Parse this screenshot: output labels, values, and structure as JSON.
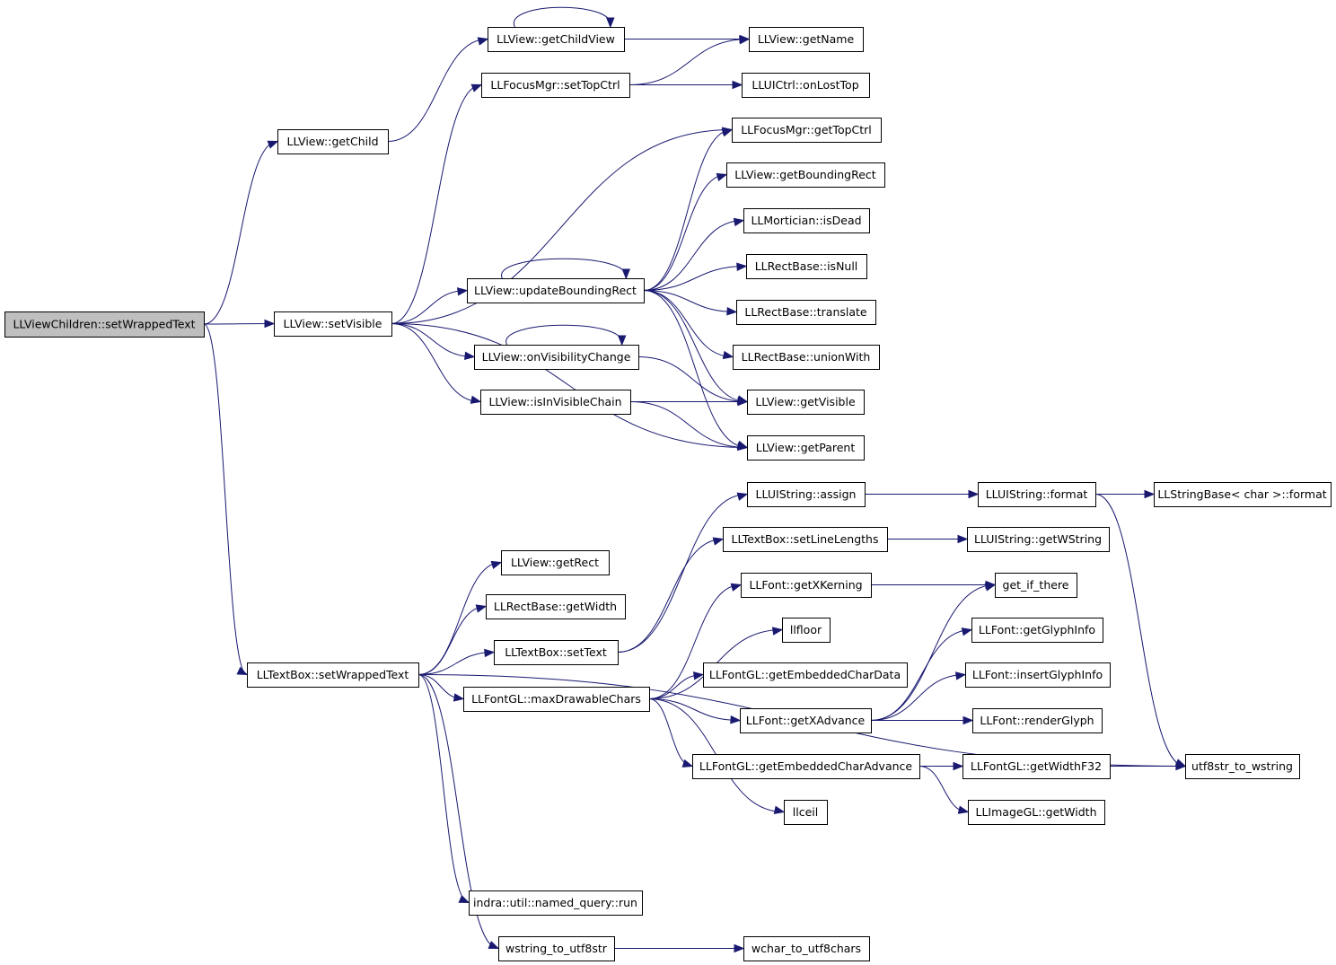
{
  "diagram": {
    "type": "call-graph",
    "nodes": [
      {
        "id": "root",
        "label": "LLViewChildren::setWrappedText",
        "root": true
      },
      {
        "id": "getChild",
        "label": "LLView::getChild"
      },
      {
        "id": "getChildView",
        "label": "LLView::getChildView"
      },
      {
        "id": "getName",
        "label": "LLView::getName"
      },
      {
        "id": "setTopCtrl",
        "label": "LLFocusMgr::setTopCtrl"
      },
      {
        "id": "onLostTop",
        "label": "LLUICtrl::onLostTop"
      },
      {
        "id": "getTopCtrl",
        "label": "LLFocusMgr::getTopCtrl"
      },
      {
        "id": "getBoundingRect",
        "label": "LLView::getBoundingRect"
      },
      {
        "id": "isDead",
        "label": "LLMortician::isDead"
      },
      {
        "id": "isNull",
        "label": "LLRectBase::isNull"
      },
      {
        "id": "updateBoundingRect",
        "label": "LLView::updateBoundingRect"
      },
      {
        "id": "translate",
        "label": "LLRectBase::translate"
      },
      {
        "id": "setVisible",
        "label": "LLView::setVisible"
      },
      {
        "id": "onVisibilityChange",
        "label": "LLView::onVisibilityChange"
      },
      {
        "id": "unionWith",
        "label": "LLRectBase::unionWith"
      },
      {
        "id": "isInVisibleChain",
        "label": "LLView::isInVisibleChain"
      },
      {
        "id": "getVisible",
        "label": "LLView::getVisible"
      },
      {
        "id": "getParent",
        "label": "LLView::getParent"
      },
      {
        "id": "assign",
        "label": "LLUIString::assign"
      },
      {
        "id": "uiformat",
        "label": "LLUIString::format"
      },
      {
        "id": "sbformat",
        "label": "LLStringBase< char >::format"
      },
      {
        "id": "setLineLengths",
        "label": "LLTextBox::setLineLengths"
      },
      {
        "id": "getWString",
        "label": "LLUIString::getWString"
      },
      {
        "id": "getRect",
        "label": "LLView::getRect"
      },
      {
        "id": "getXKerning",
        "label": "LLFont::getXKerning"
      },
      {
        "id": "get_if_there",
        "label": "get_if_there"
      },
      {
        "id": "rbGetWidth",
        "label": "LLRectBase::getWidth"
      },
      {
        "id": "llfloor",
        "label": "llfloor"
      },
      {
        "id": "getGlyphInfo",
        "label": "LLFont::getGlyphInfo"
      },
      {
        "id": "setText",
        "label": "LLTextBox::setText"
      },
      {
        "id": "getEmbeddedCharData",
        "label": "LLFontGL::getEmbeddedCharData"
      },
      {
        "id": "insertGlyphInfo",
        "label": "LLFont::insertGlyphInfo"
      },
      {
        "id": "tbSetWrappedText",
        "label": "LLTextBox::setWrappedText"
      },
      {
        "id": "maxDrawableChars",
        "label": "LLFontGL::maxDrawableChars"
      },
      {
        "id": "getXAdvance",
        "label": "LLFont::getXAdvance"
      },
      {
        "id": "renderGlyph",
        "label": "LLFont::renderGlyph"
      },
      {
        "id": "getEmbeddedCharAdvance",
        "label": "LLFontGL::getEmbeddedCharAdvance"
      },
      {
        "id": "getWidthF32",
        "label": "LLFontGL::getWidthF32"
      },
      {
        "id": "utf8str_to_wstring",
        "label": "utf8str_to_wstring"
      },
      {
        "id": "llceil",
        "label": "llceil"
      },
      {
        "id": "igGetWidth",
        "label": "LLImageGL::getWidth"
      },
      {
        "id": "named_query_run",
        "label": "indra::util::named_query::run"
      },
      {
        "id": "wstring_to_utf8str",
        "label": "wstring_to_utf8str"
      },
      {
        "id": "wchar_to_utf8chars",
        "label": "wchar_to_utf8chars"
      }
    ],
    "edges": [
      [
        "root",
        "getChild"
      ],
      [
        "root",
        "setVisible"
      ],
      [
        "root",
        "tbSetWrappedText"
      ],
      [
        "getChild",
        "getChildView"
      ],
      [
        "getChildView",
        "getChildView"
      ],
      [
        "getChildView",
        "getName"
      ],
      [
        "setTopCtrl",
        "getName"
      ],
      [
        "setTopCtrl",
        "onLostTop"
      ],
      [
        "setVisible",
        "setTopCtrl"
      ],
      [
        "setVisible",
        "getTopCtrl"
      ],
      [
        "setVisible",
        "updateBoundingRect"
      ],
      [
        "setVisible",
        "onVisibilityChange"
      ],
      [
        "setVisible",
        "isInVisibleChain"
      ],
      [
        "setVisible",
        "getParent"
      ],
      [
        "updateBoundingRect",
        "updateBoundingRect"
      ],
      [
        "updateBoundingRect",
        "getTopCtrl"
      ],
      [
        "updateBoundingRect",
        "getBoundingRect"
      ],
      [
        "updateBoundingRect",
        "isDead"
      ],
      [
        "updateBoundingRect",
        "isNull"
      ],
      [
        "updateBoundingRect",
        "translate"
      ],
      [
        "updateBoundingRect",
        "unionWith"
      ],
      [
        "updateBoundingRect",
        "getVisible"
      ],
      [
        "updateBoundingRect",
        "getParent"
      ],
      [
        "onVisibilityChange",
        "onVisibilityChange"
      ],
      [
        "onVisibilityChange",
        "getVisible"
      ],
      [
        "isInVisibleChain",
        "getVisible"
      ],
      [
        "isInVisibleChain",
        "getParent"
      ],
      [
        "tbSetWrappedText",
        "getRect"
      ],
      [
        "tbSetWrappedText",
        "rbGetWidth"
      ],
      [
        "tbSetWrappedText",
        "setText"
      ],
      [
        "tbSetWrappedText",
        "maxDrawableChars"
      ],
      [
        "tbSetWrappedText",
        "utf8str_to_wstring"
      ],
      [
        "tbSetWrappedText",
        "named_query_run"
      ],
      [
        "tbSetWrappedText",
        "wstring_to_utf8str"
      ],
      [
        "setText",
        "assign"
      ],
      [
        "setText",
        "setLineLengths"
      ],
      [
        "assign",
        "uiformat"
      ],
      [
        "uiformat",
        "sbformat"
      ],
      [
        "uiformat",
        "utf8str_to_wstring"
      ],
      [
        "setLineLengths",
        "getWString"
      ],
      [
        "maxDrawableChars",
        "getXKerning"
      ],
      [
        "maxDrawableChars",
        "llfloor"
      ],
      [
        "maxDrawableChars",
        "getEmbeddedCharData"
      ],
      [
        "maxDrawableChars",
        "getXAdvance"
      ],
      [
        "maxDrawableChars",
        "getEmbeddedCharAdvance"
      ],
      [
        "maxDrawableChars",
        "llceil"
      ],
      [
        "getXKerning",
        "get_if_there"
      ],
      [
        "getXAdvance",
        "get_if_there"
      ],
      [
        "getXAdvance",
        "getGlyphInfo"
      ],
      [
        "getXAdvance",
        "insertGlyphInfo"
      ],
      [
        "getXAdvance",
        "renderGlyph"
      ],
      [
        "getEmbeddedCharAdvance",
        "getWidthF32"
      ],
      [
        "getEmbeddedCharAdvance",
        "igGetWidth"
      ],
      [
        "getWidthF32",
        "utf8str_to_wstring"
      ],
      [
        "wstring_to_utf8str",
        "wchar_to_utf8chars"
      ]
    ]
  },
  "colors": {
    "edge": "#191970",
    "node_border": "#000000",
    "root_fill": "#bfbfbf",
    "node_fill": "#ffffff"
  }
}
